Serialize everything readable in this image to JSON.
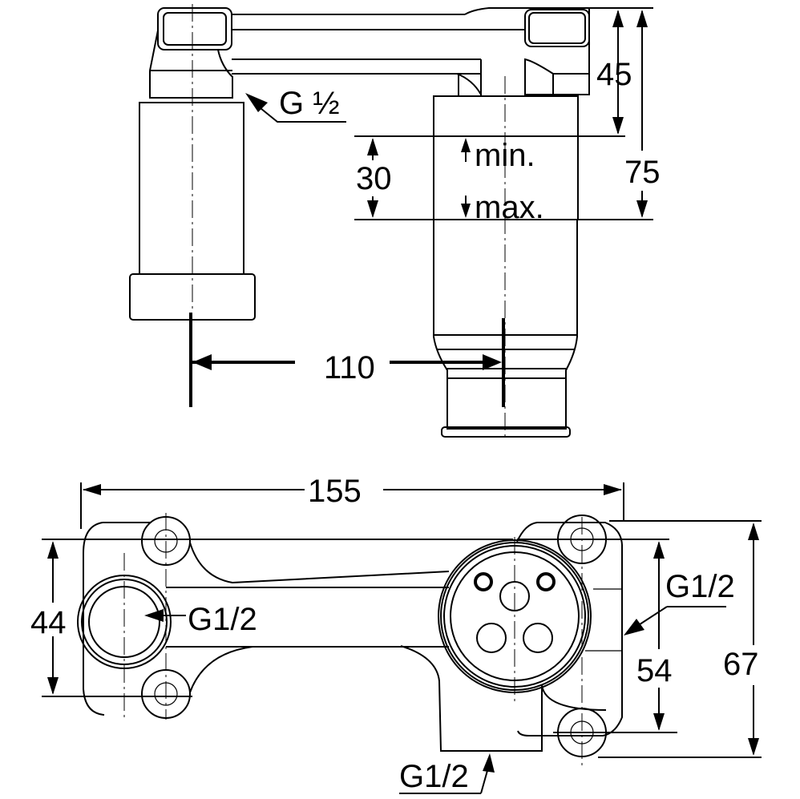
{
  "drawing": {
    "title": "Wall-mounted basin mixer concealed body - technical drawing",
    "side_view": {
      "thread_label": "G ½",
      "dim_45": "45",
      "dim_75": "75",
      "dim_30": "30",
      "min_label": "min.",
      "max_label": "max.",
      "dim_110": "110"
    },
    "plan_view": {
      "dim_155": "155",
      "dim_44": "44",
      "dim_54": "54",
      "dim_67": "67",
      "thread_left": "G1/2",
      "thread_right": "G1/2",
      "thread_bottom": "G1/2"
    }
  }
}
